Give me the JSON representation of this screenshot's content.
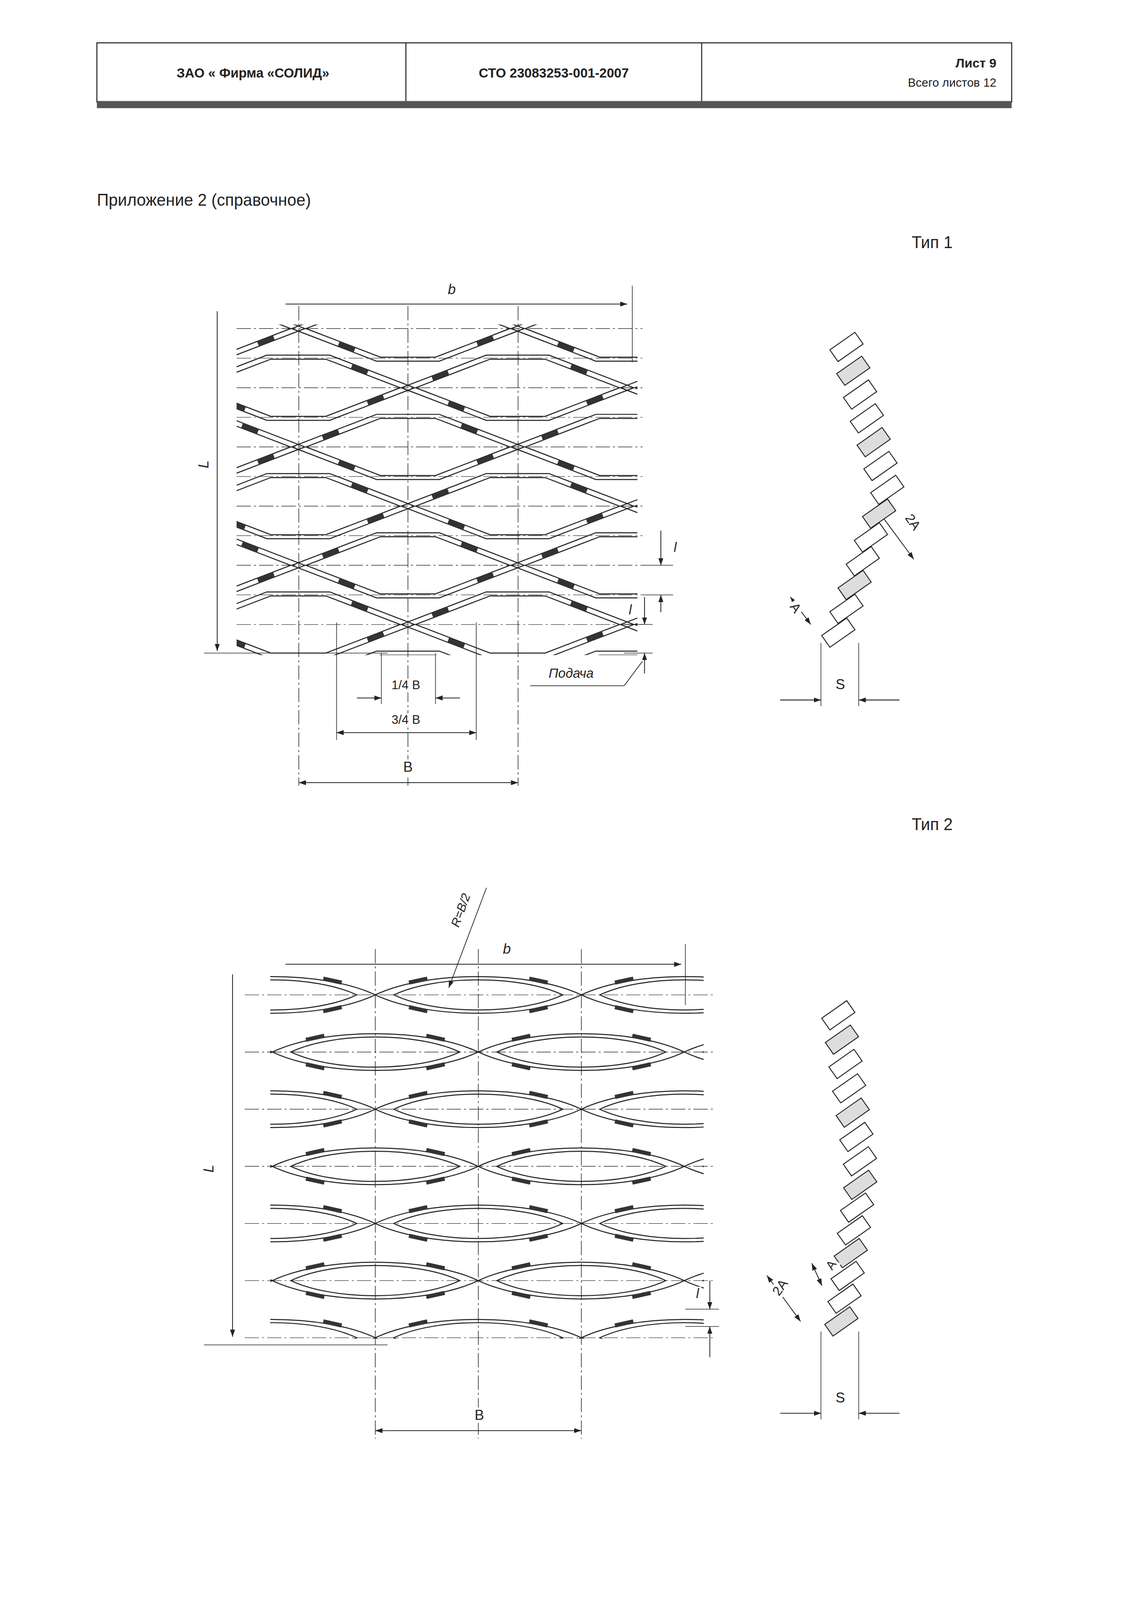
{
  "diagram": {
    "title": "Приложение 2 (справочное)",
    "labels": [
      "ЗАО « Фирма «СОЛИД»",
      "СТО 23083253-001-2007",
      "Лист 9",
      "Всего листов 12",
      "Тип 1",
      "b",
      "L",
      "l",
      "l",
      "Подача",
      "1/4 B",
      "3/4 B",
      "B",
      "2A",
      "A",
      "S",
      "Тип 2",
      "R=B/2",
      "b",
      "L",
      "l",
      "B",
      "2A",
      "A",
      "S"
    ]
  }
}
